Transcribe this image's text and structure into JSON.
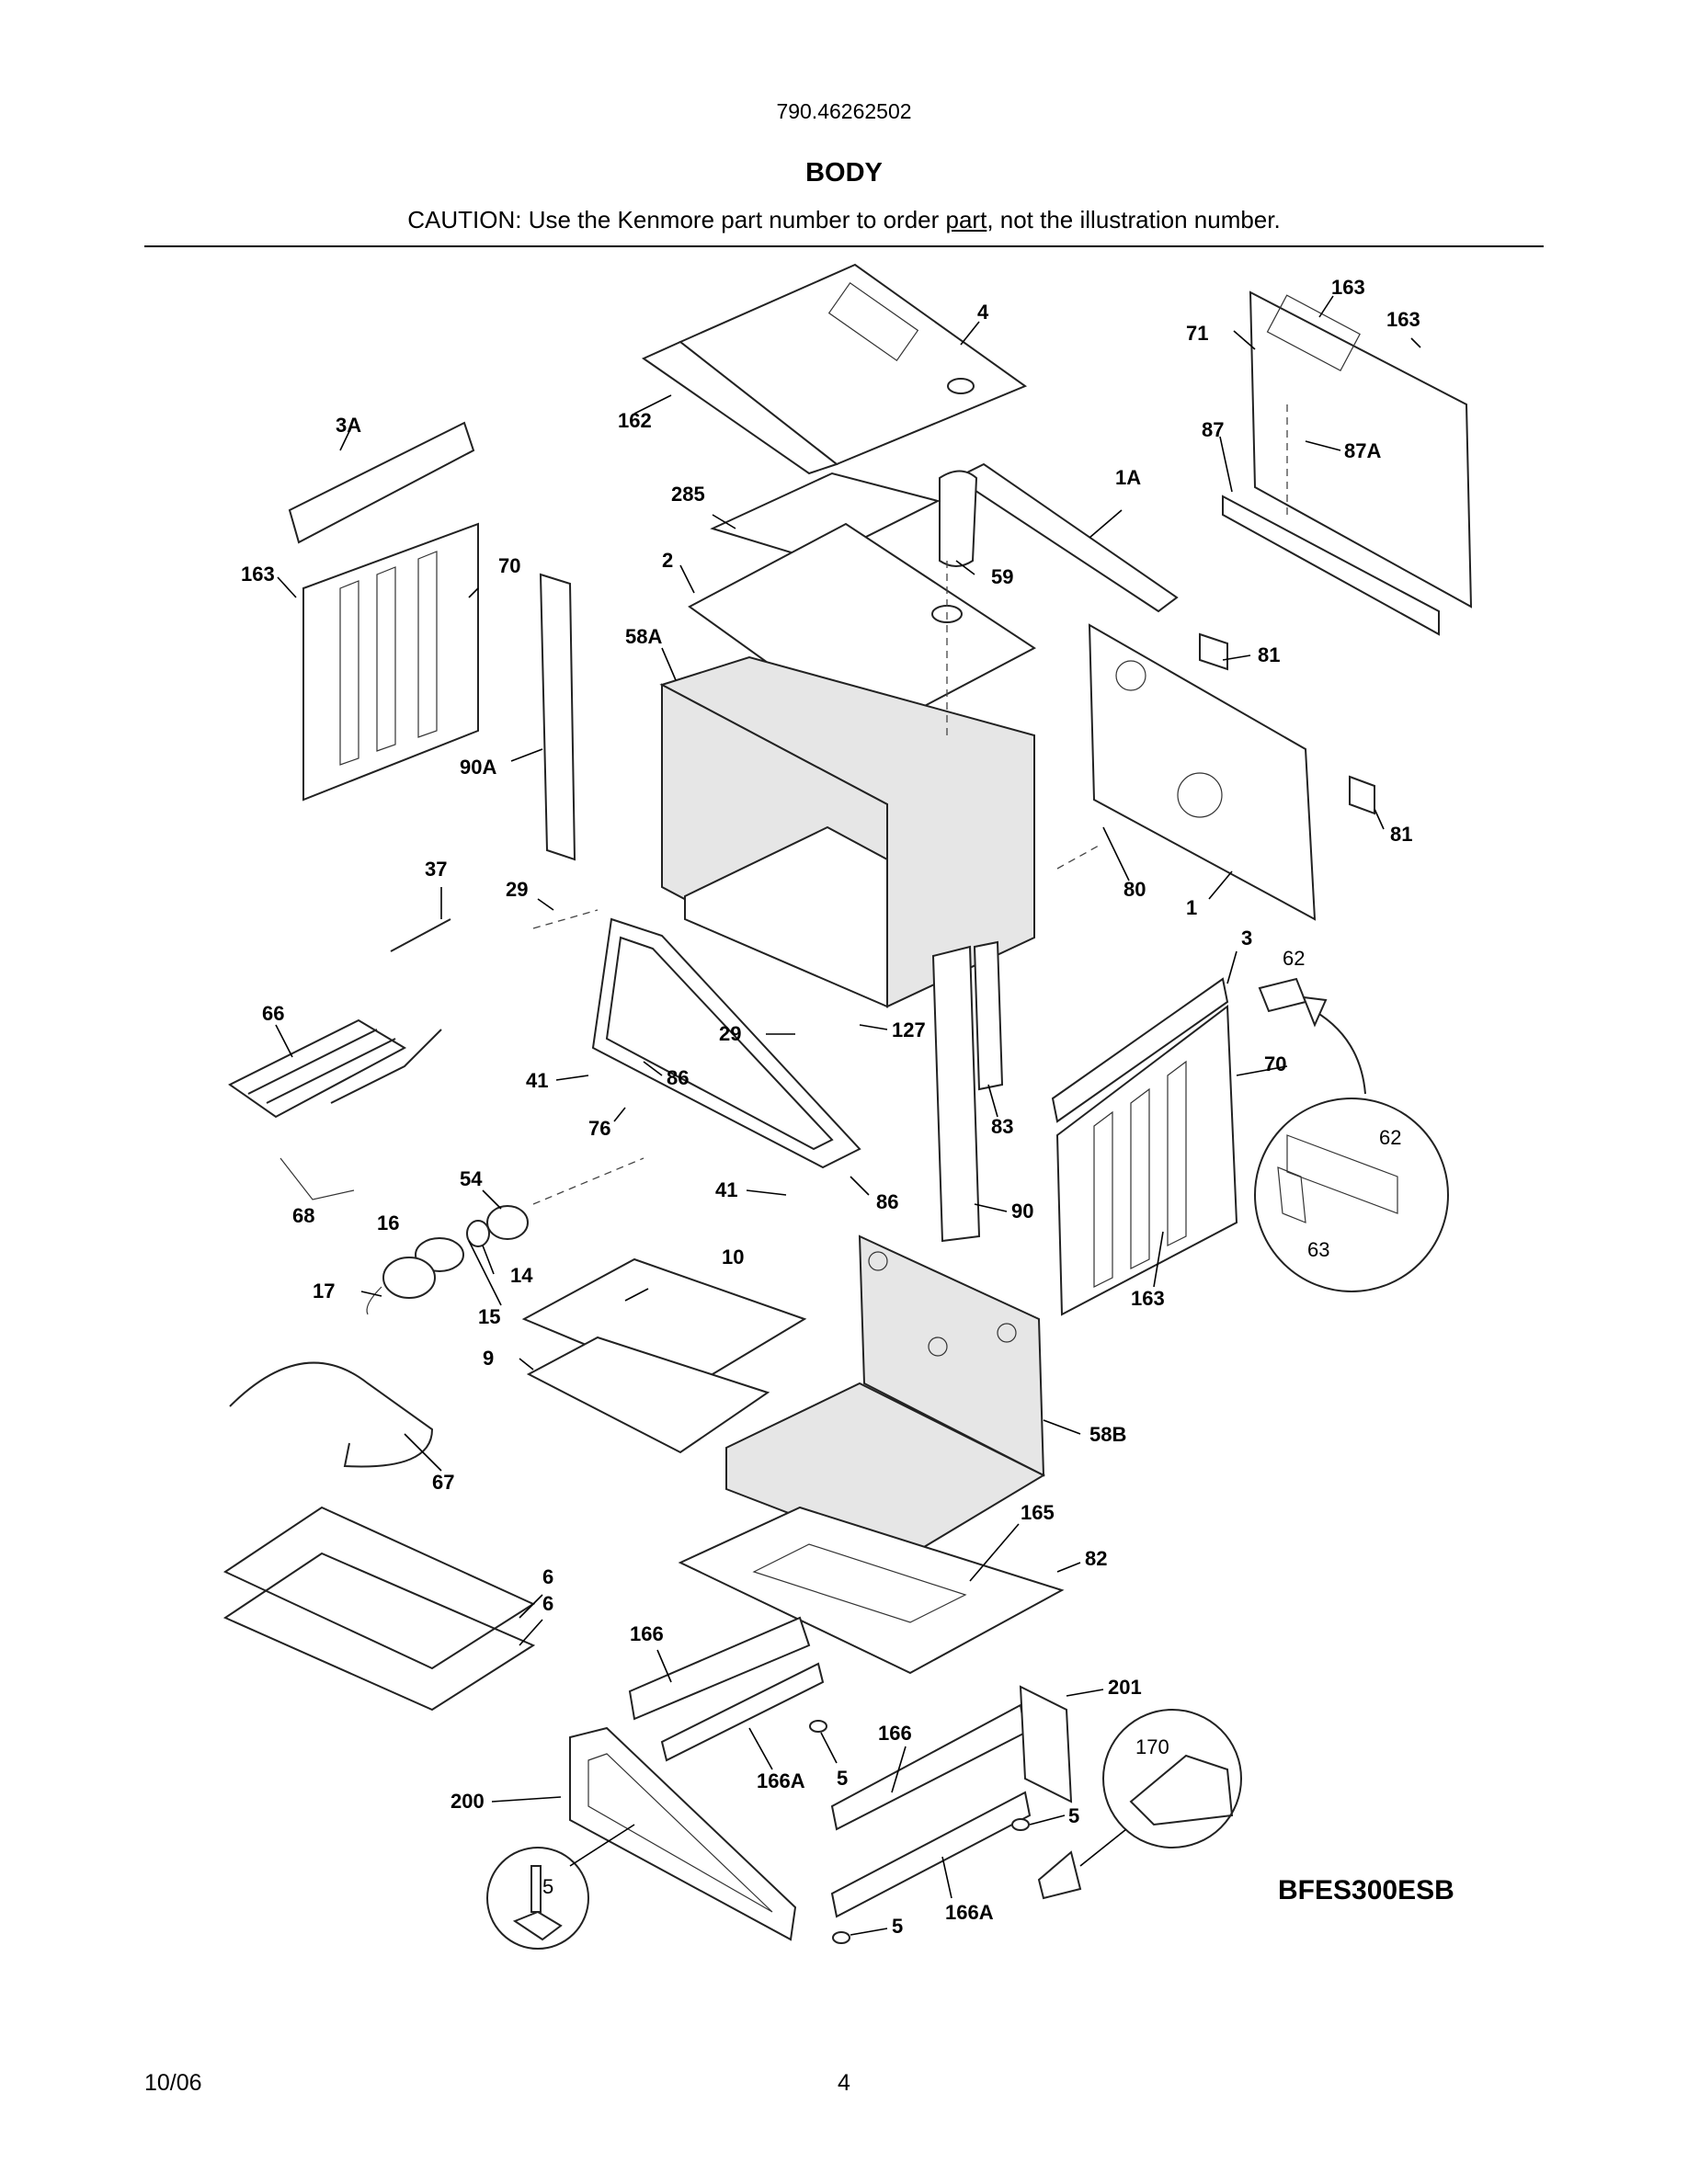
{
  "header": {
    "model_number": "790.46262502",
    "section_title": "BODY",
    "caution_prefix": "CAUTION: Use the Kenmore part number to order ",
    "caution_link": "part",
    "caution_suffix": ", not the illustration number."
  },
  "model_code": "BFES300ESB",
  "footer": {
    "date": "10/06",
    "page_number": "4"
  },
  "callouts": {
    "c4": "4",
    "c162": "162",
    "c163a": "163",
    "c163b": "163",
    "c71": "71",
    "c87": "87",
    "c87A": "87A",
    "c3A": "3A",
    "c163c": "163",
    "c70a": "70",
    "c285": "285",
    "c1A": "1A",
    "c2": "2",
    "c59": "59",
    "c58A": "58A",
    "c81a": "81",
    "c90A": "90A",
    "c81b": "81",
    "c37": "37",
    "c29a": "29",
    "c80": "80",
    "c1": "1",
    "c3": "3",
    "c62a": "62",
    "c66": "66",
    "c29b": "29",
    "c127": "127",
    "c70b": "70",
    "c41a": "41",
    "c86a": "86",
    "c76": "76",
    "c83": "83",
    "c62b": "62",
    "c54": "54",
    "c41b": "41",
    "c86b": "86",
    "c90": "90",
    "c63": "63",
    "c68": "68",
    "c16": "16",
    "c14": "14",
    "c10": "10",
    "c17": "17",
    "c15": "15",
    "c163d": "163",
    "c9": "9",
    "c58B": "58B",
    "c67": "67",
    "c165": "165",
    "c6a": "6",
    "c82": "82",
    "c6b": "6",
    "c166a": "166",
    "c201": "201",
    "c166b": "166",
    "c5a": "5",
    "c170": "170",
    "c166Aa": "166A",
    "c200": "200",
    "c5b": "5",
    "c5c": "5",
    "c166Ab": "166A",
    "c5d": "5"
  }
}
